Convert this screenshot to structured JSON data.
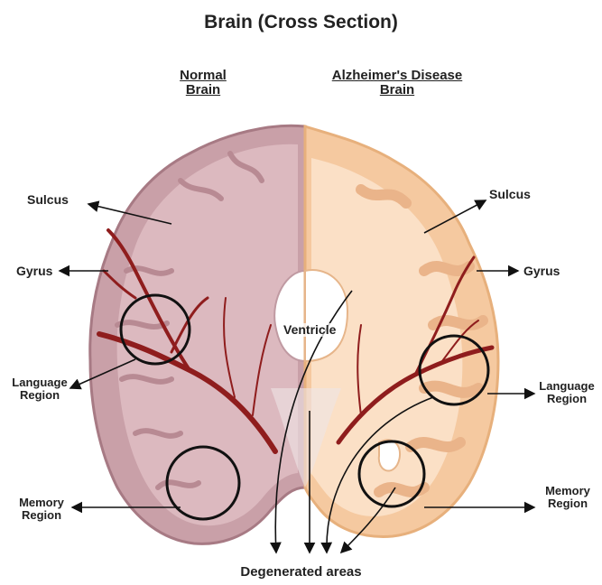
{
  "title": "Brain (Cross Section)",
  "left_header": {
    "line1": "Normal",
    "line2": "Brain"
  },
  "right_header": {
    "line1": "Alzheimer's Disease",
    "line2": "Brain"
  },
  "labels": {
    "sulcus_left": "Sulcus",
    "sulcus_right": "Sulcus",
    "gyrus_left": "Gyrus",
    "gyrus_right": "Gyrus",
    "ventricle": "Ventricle",
    "language_left": {
      "line1": "Language",
      "line2": "Region"
    },
    "language_right": {
      "line1": "Language",
      "line2": "Region"
    },
    "memory_left": {
      "line1": "Memory",
      "line2": "Region"
    },
    "memory_right": {
      "line1": "Memory",
      "line2": "Region"
    },
    "degenerated": "Degenerated areas"
  },
  "colors": {
    "normal_brain": "#c9a0a8",
    "normal_brain_inner": "#dcb9bf",
    "alz_brain": "#f5c9a0",
    "alz_brain_inner": "#fbe0c6",
    "vessel": "#8f1d1d",
    "outline": "#111111"
  }
}
